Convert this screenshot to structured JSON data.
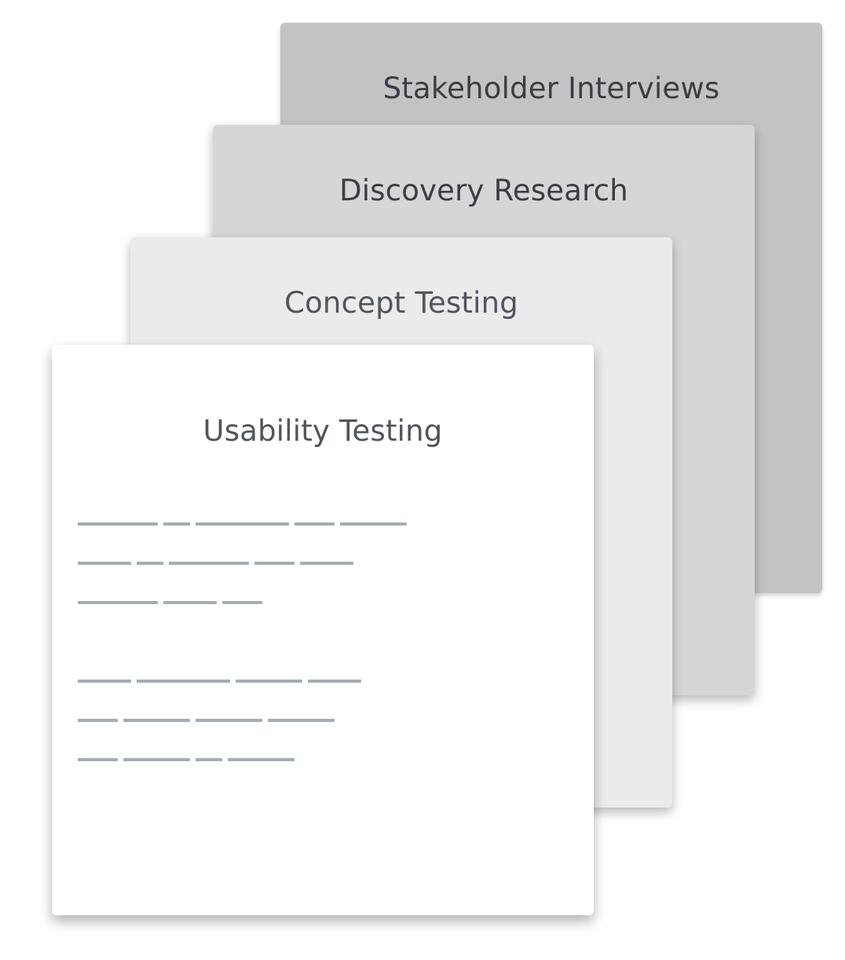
{
  "cards": [
    {
      "title": "Stakeholder Interviews"
    },
    {
      "title": "Discovery Research"
    },
    {
      "title": "Concept Testing"
    },
    {
      "title": "Usability Testing"
    }
  ],
  "colors": {
    "card_1_fill": "#c3c3c3",
    "card_2_fill": "#d6d6d6",
    "card_3_fill": "#ebebeb",
    "card_4_fill": "#ffffff",
    "placeholder_line": "#a3adb7",
    "title_text": "#50555c"
  }
}
